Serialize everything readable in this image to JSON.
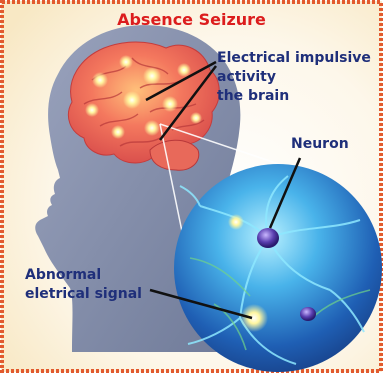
{
  "title": "Absence Seizure",
  "labels": {
    "electrical_line1": "Electrical impulsive",
    "electrical_line2": "activity",
    "electrical_line3": "the brain",
    "neuron": "Neuron",
    "abnormal_line1": "Abnormal",
    "abnormal_line2": "eletrical signal"
  },
  "colors": {
    "title": "#dc1d1d",
    "label": "#1f2f7a",
    "border": "#e25a2e",
    "background": "#fdf2d8",
    "head": "#8e98b3",
    "brain": "#f27a5c",
    "circle": "#2b7fd0"
  }
}
